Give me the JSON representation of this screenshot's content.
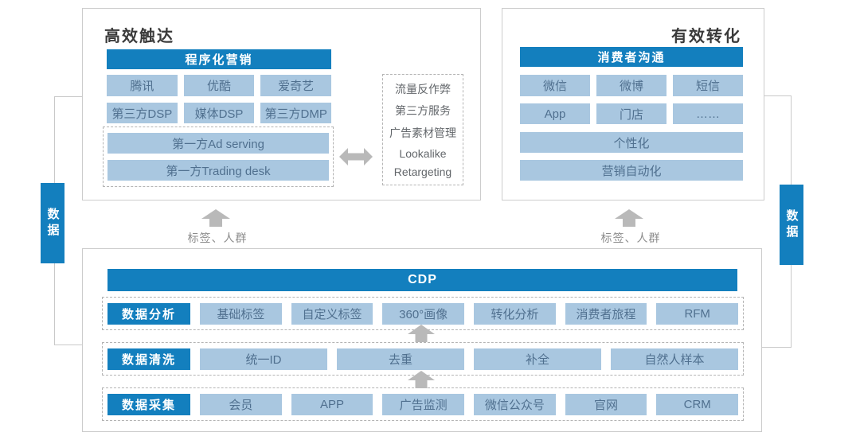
{
  "palette": {
    "primary_blue": "#137fbe",
    "light_blue": "#a9c7e0",
    "cell_text": "#50708f",
    "arrow_gray": "#b9b9b9",
    "border_gray": "#cccccc",
    "dashed_gray": "#b4b4b4",
    "title_text": "#3a3a3a",
    "muted_text": "#8c8c8c"
  },
  "reach": {
    "title": "高效触达",
    "header": "程序化营销",
    "cells": [
      "腾讯",
      "优酷",
      "爱奇艺",
      "第三方DSP",
      "媒体DSP",
      "第三方DMP"
    ],
    "first_party": [
      "第一方Ad serving",
      "第一方Trading desk"
    ]
  },
  "services": {
    "items": [
      "流量反作弊",
      "第三方服务",
      "广告素材管理",
      "Lookalike",
      "Retargeting"
    ]
  },
  "convert": {
    "title": "有效转化",
    "header": "消费者沟通",
    "cells": [
      "微信",
      "微博",
      "短信",
      "App",
      "门店",
      "……"
    ],
    "bars": [
      "个性化",
      "营销自动化"
    ]
  },
  "flow": {
    "left_data": "数据",
    "right_data": "数据",
    "left_tag": "标签、人群",
    "right_tag": "标签、人群"
  },
  "cdp": {
    "header": "CDP",
    "rows": [
      {
        "label": "数据分析",
        "cells": [
          "基础标签",
          "自定义标签",
          "360°画像",
          "转化分析",
          "消费者旅程",
          "RFM"
        ]
      },
      {
        "label": "数据清洗",
        "cells": [
          "统一ID",
          "去重",
          "补全",
          "自然人样本"
        ]
      },
      {
        "label": "数据采集",
        "cells": [
          "会员",
          "APP",
          "广告监测",
          "微信公众号",
          "官网",
          "CRM"
        ]
      }
    ]
  }
}
